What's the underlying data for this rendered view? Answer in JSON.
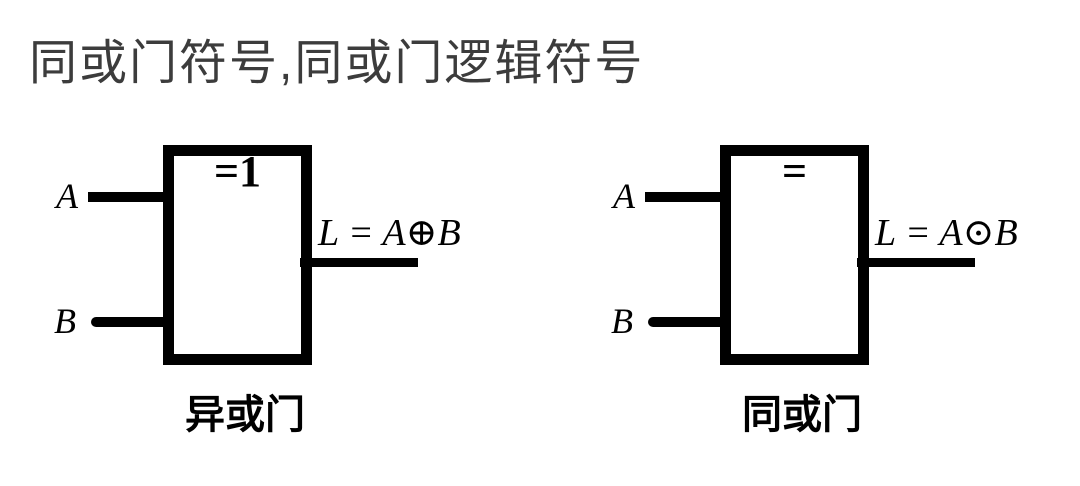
{
  "title": "同或门符号,同或门逻辑符号",
  "colors": {
    "background": "#ffffff",
    "title_text": "#3c3c3c",
    "diagram_ink": "#000000"
  },
  "gates": [
    {
      "symbol": "=1",
      "input_a": "A",
      "input_b": "B",
      "output_formula": "L = A⊕B",
      "caption": "异或门"
    },
    {
      "symbol": "=",
      "input_a": "A",
      "input_b": "B",
      "output_formula": "L = A⊙B",
      "caption": "同或门"
    }
  ]
}
